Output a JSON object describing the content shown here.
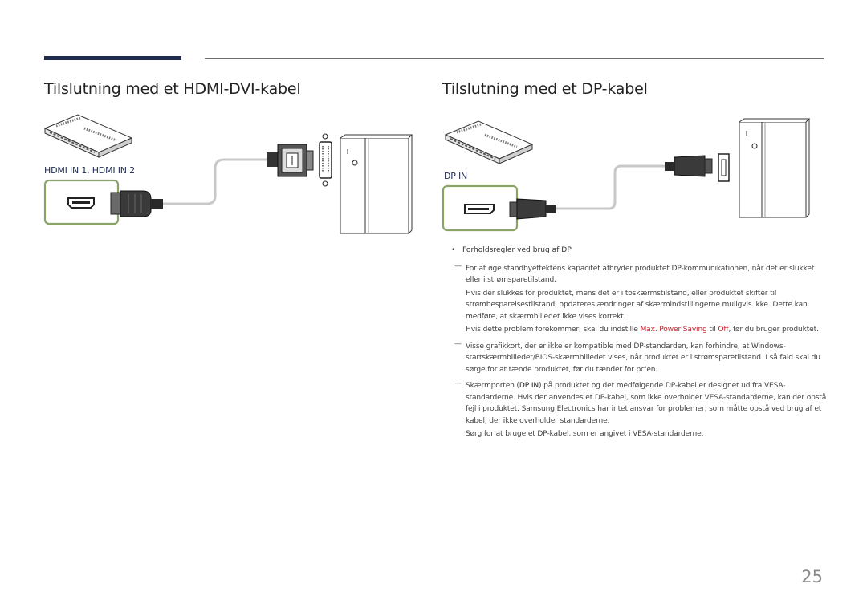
{
  "header": {
    "left_title": "Tilslutning med et HDMI-DVI-kabel",
    "right_title": "Tilslutning med et DP-kabel"
  },
  "left_diagram": {
    "port_label": "HDMI IN 1, HDMI IN 2"
  },
  "right_diagram": {
    "port_label": "DP IN"
  },
  "notes": {
    "bullet": "Forholdsregler ved brug af DP",
    "note1": {
      "p1": "For at øge standbyeffektens kapacitet afbryder produktet DP-kommunikationen, når det er slukket eller i strømsparetilstand.",
      "p2": "Hvis der slukkes for produktet, mens det er i toskærmstilstand, eller produktet skifter til strømbesparelsestilstand, opdateres ændringer af skærmindstillingerne muligvis ikke. Dette kan medføre, at skærmbilledet ikke vises korrekt.",
      "p3_before": "Hvis dette problem forekommer, skal du indstille ",
      "p3_option": "Max. Power Saving",
      "p3_middle": " til ",
      "p3_value": "Off",
      "p3_after": ", før du bruger produktet."
    },
    "note2": {
      "p1": "Visse grafikkort, der er ikke er kompatible med DP-standarden, kan forhindre, at Windows-startskærmbilledet/BIOS-skærmbilledet vises, når produktet er i strømsparetilstand. I så fald skal du sørge for at tænde produktet, før du tænder for pc'en."
    },
    "note3": {
      "p1_before": "Skærmporten (",
      "p1_port": "DP IN",
      "p1_after": ") på produktet og det medfølgende DP-kabel er designet ud fra VESA-standarderne. Hvis der anvendes et DP-kabel, som ikke overholder VESA-standarderne, kan der opstå fejl i produktet. Samsung Electronics har intet ansvar for problemer, som måtte opstå ved brug af et kabel, der ikke overholder standarderne.",
      "p2": "Sørg for at bruge et DP-kabel, som er angivet i VESA-standarderne."
    }
  },
  "page_number": "25"
}
